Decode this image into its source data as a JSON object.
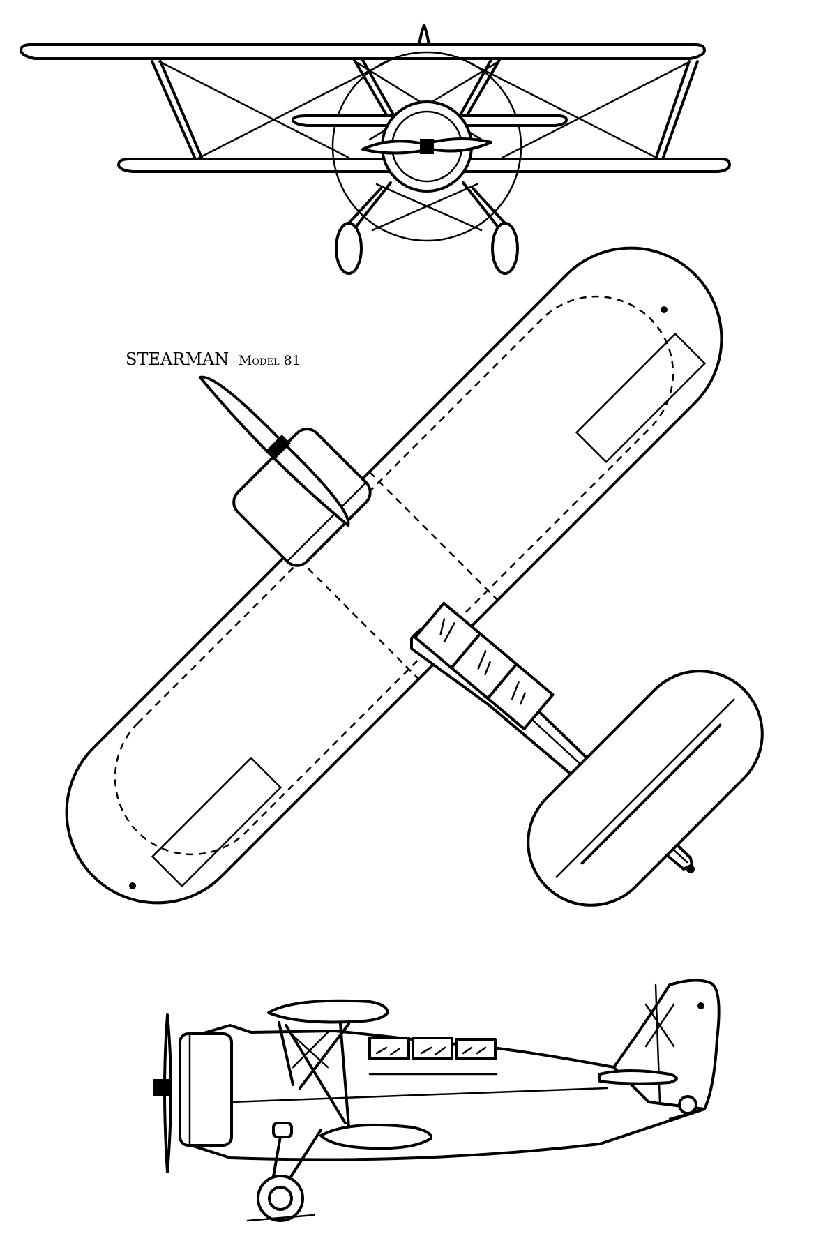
{
  "title": {
    "make": "STEARMAN",
    "model": "Model 81"
  },
  "views": {
    "front": "front-view",
    "top": "plan-view",
    "side": "side-view"
  },
  "colors": {
    "ink": "#000000",
    "paper": "#ffffff"
  }
}
